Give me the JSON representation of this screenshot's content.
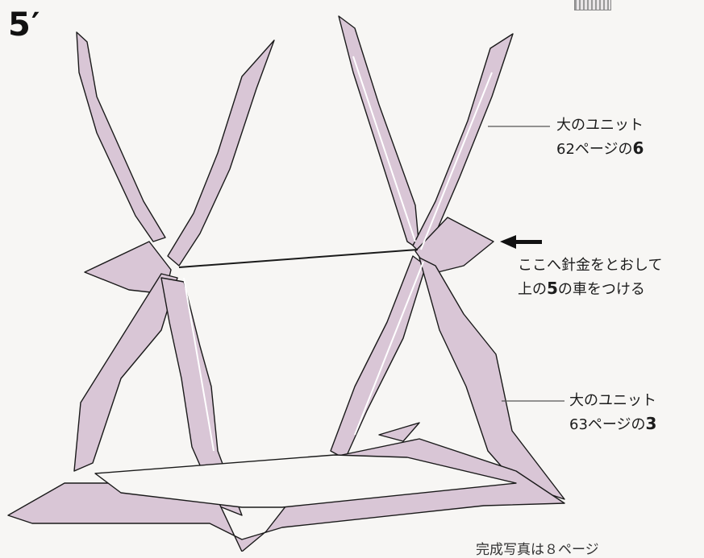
{
  "step": {
    "number": "5",
    "prime": "′"
  },
  "callouts": [
    {
      "line1": "大のユニット",
      "line2_prefix": "62ページの",
      "line2_bold": "6"
    },
    {
      "line1": "ここへ針金をとおして",
      "line2_prefix": "上の",
      "line2_bold": "5",
      "line2_suffix": "の車をつける"
    },
    {
      "line1": "大のユニット",
      "line2_prefix": "63ページの",
      "line2_bold": "3"
    }
  ],
  "footer": {
    "text": "完成写真は８ページ"
  },
  "colors": {
    "paper_fill": "#d9c6d6",
    "paper_edge": "#1a1a1a",
    "fold_line": "#ffffff",
    "background": "#f7f6f4"
  }
}
